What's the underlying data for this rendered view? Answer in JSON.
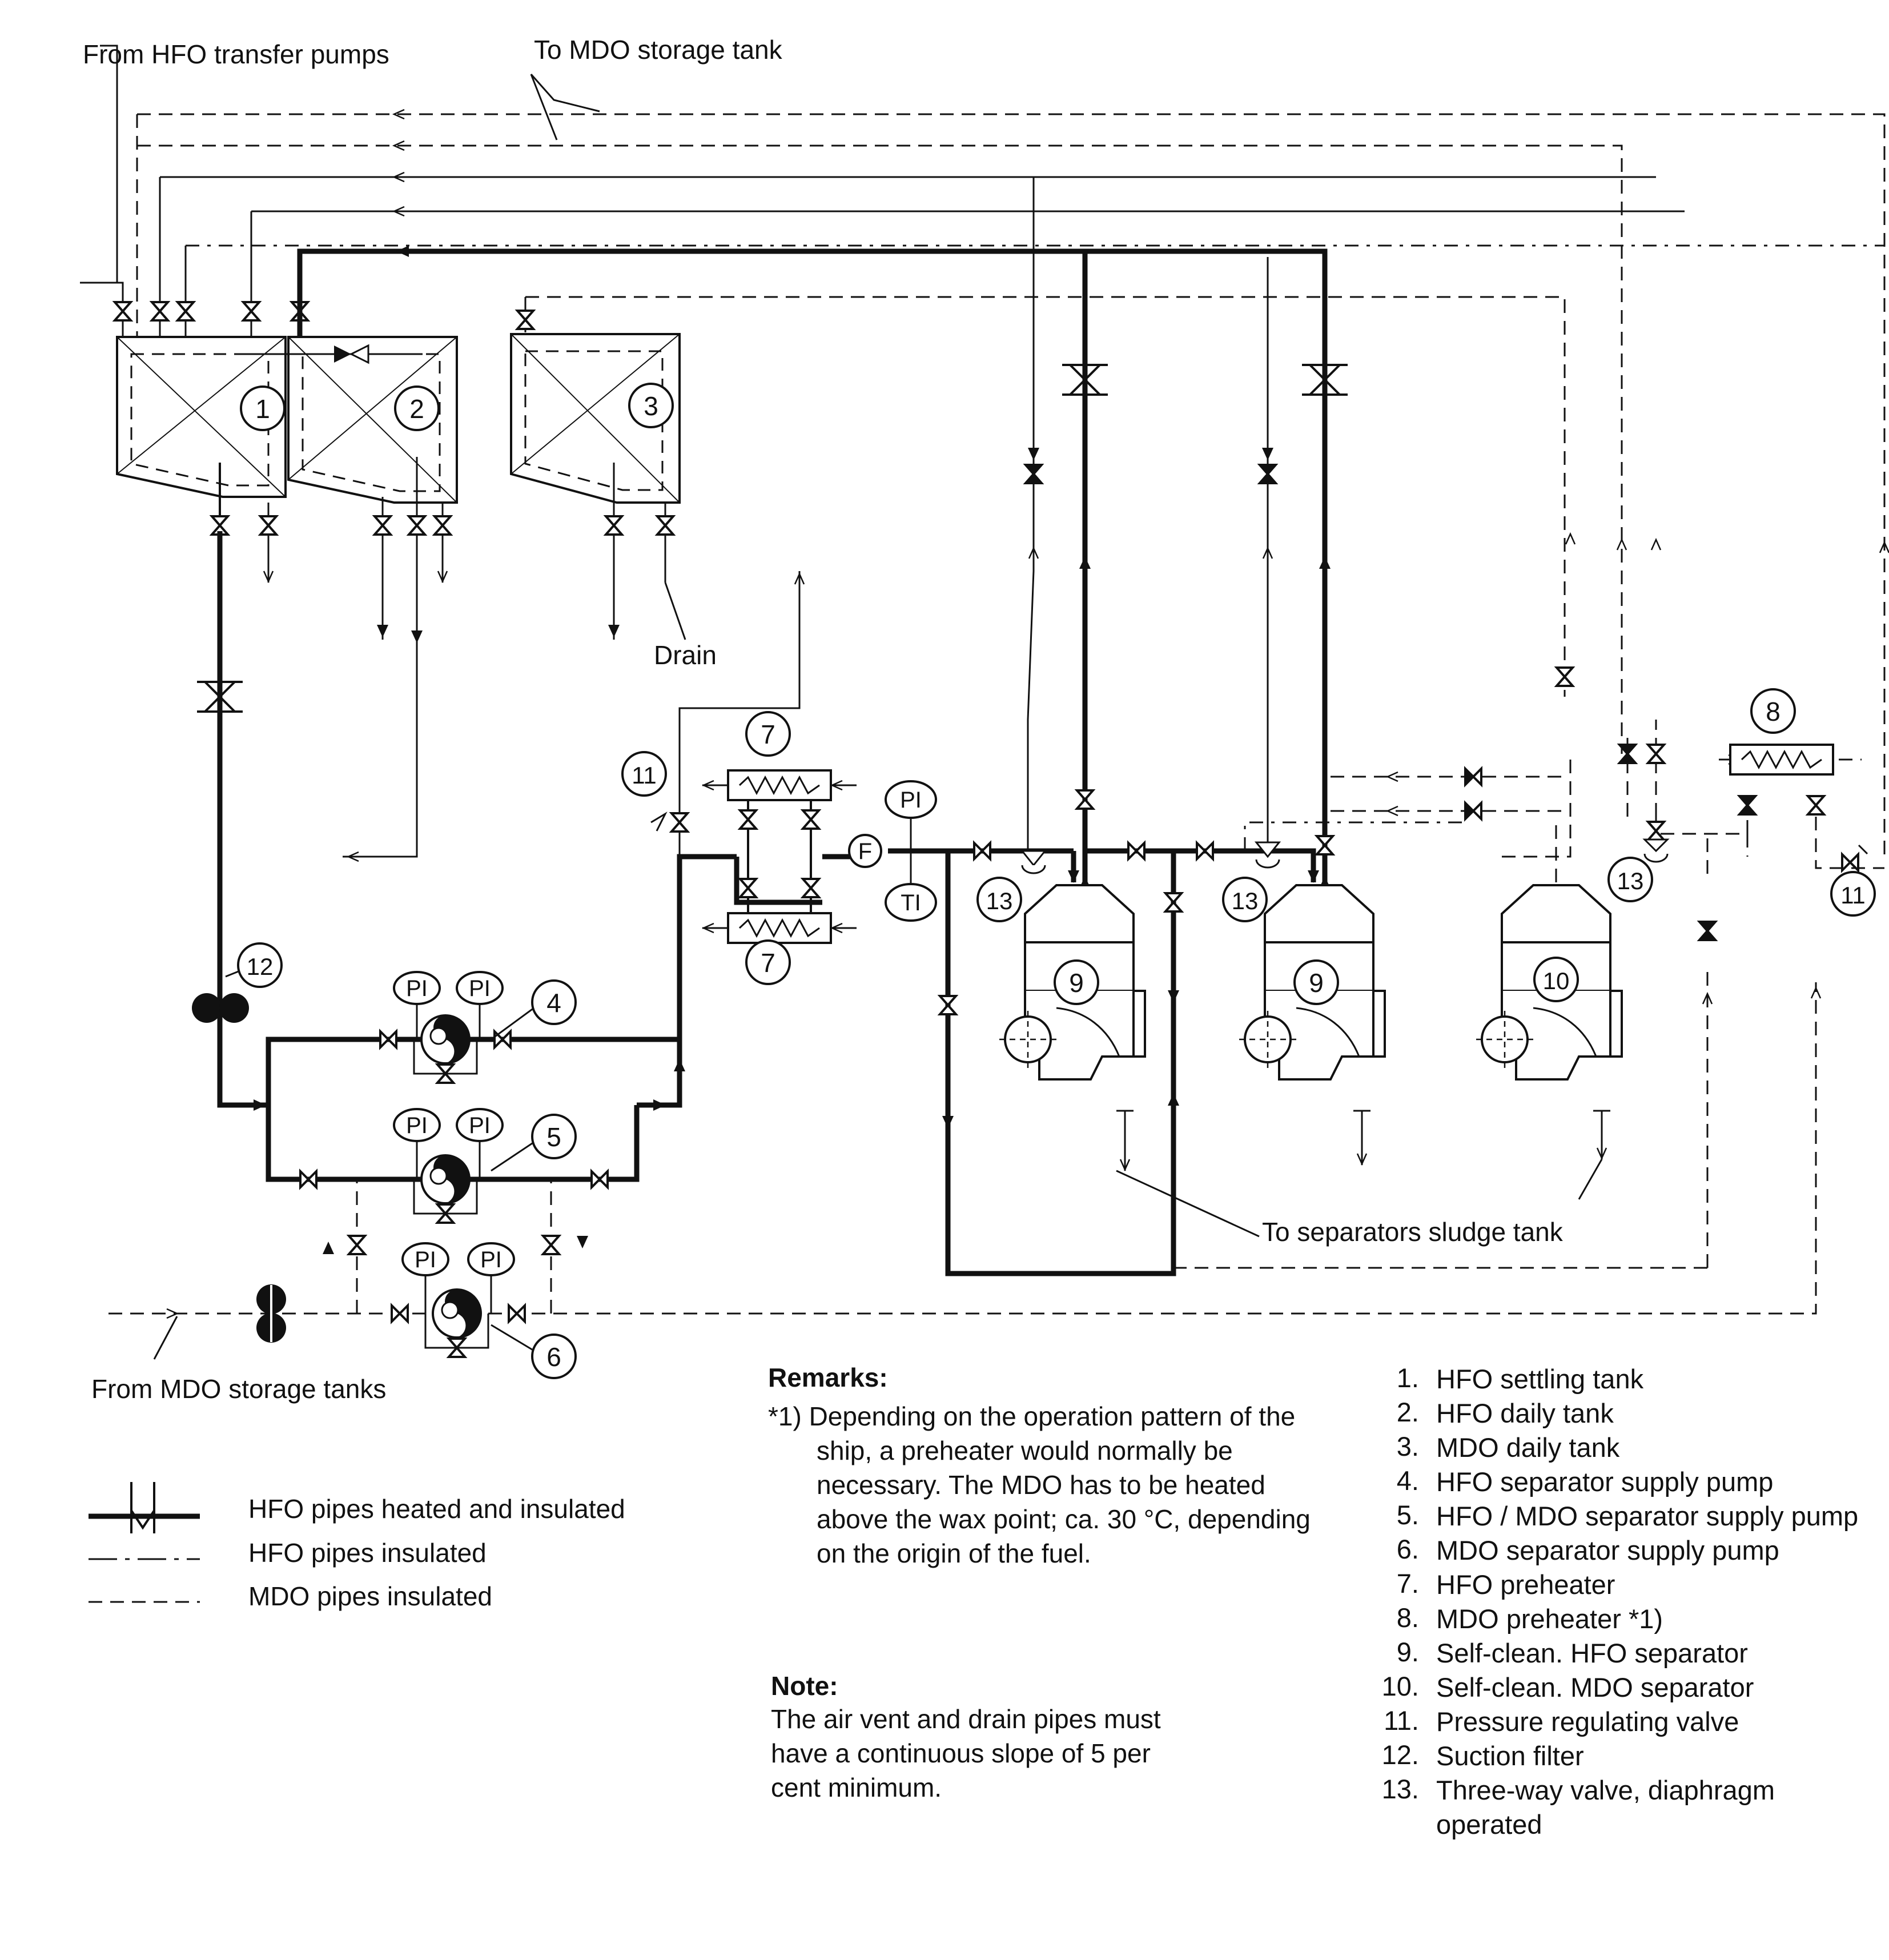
{
  "labels": {
    "from_hfo_transfer": "From HFO transfer pumps",
    "to_mdo_storage": "To MDO storage tank",
    "drain": "Drain",
    "to_sludge": "To separators sludge tank",
    "from_mdo_storage": "From MDO storage tanks"
  },
  "tags": {
    "pi": "PI",
    "ti": "TI",
    "f": "F"
  },
  "callouts": [
    "1",
    "2",
    "3",
    "4",
    "5",
    "6",
    "7",
    "7",
    "8",
    "9",
    "9",
    "10",
    "11",
    "11",
    "12",
    "13",
    "13",
    "13"
  ],
  "line_key": {
    "heated": "HFO pipes heated and insulated",
    "insulated": "HFO pipes insulated",
    "mdo": "MDO pipes insulated"
  },
  "remarks": {
    "title": "Remarks",
    "text": "*1) Depending on the operation pattern of the ship, a preheater would normally be necessary. The MDO has to be heated above the wax point; ca. 30 °C, depending on the origin of the fuel."
  },
  "note": {
    "title": "Note:",
    "text": "The air vent and drain pipes must have a continuous slope of 5 per cent minimum."
  },
  "legend": [
    {
      "num": "1.",
      "text": "HFO settling tank"
    },
    {
      "num": "2.",
      "text": "HFO daily tank"
    },
    {
      "num": "3.",
      "text": "MDO daily tank"
    },
    {
      "num": "4.",
      "text": "HFO separator supply pump"
    },
    {
      "num": "5.",
      "text": "HFO / MDO separator supply pump"
    },
    {
      "num": "6.",
      "text": "MDO separator supply pump"
    },
    {
      "num": "7.",
      "text": "HFO preheater"
    },
    {
      "num": "8.",
      "text": "MDO preheater *1)"
    },
    {
      "num": "9.",
      "text": "Self-clean. HFO separator"
    },
    {
      "num": "10.",
      "text": "Self-clean. MDO separator"
    },
    {
      "num": "11.",
      "text": "Pressure regulating valve"
    },
    {
      "num": "12.",
      "text": "Suction filter"
    },
    {
      "num": "13.",
      "text": "Three-way valve, diaphragm operated"
    }
  ]
}
